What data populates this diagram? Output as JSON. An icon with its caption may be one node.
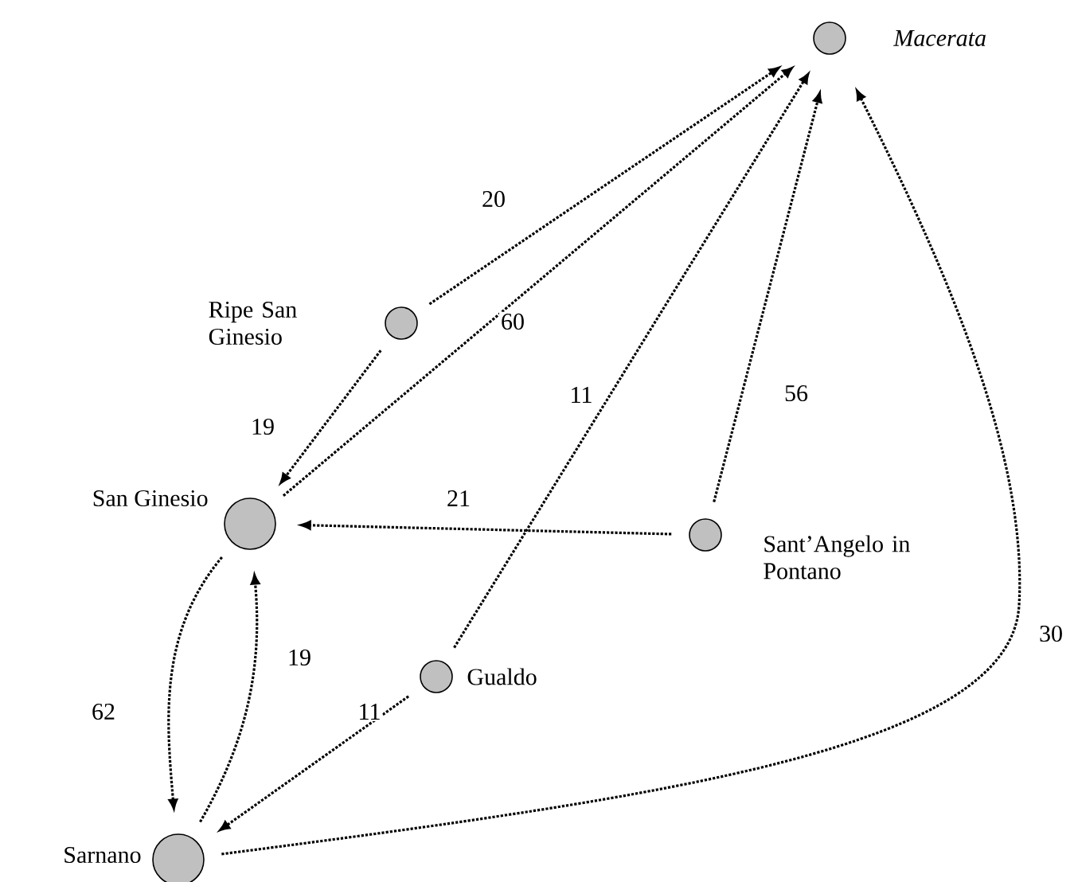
{
  "diagram": {
    "nodes": [
      {
        "text": [],
        "shape": "circle",
        "beside": [
          "*Macerata*"
        ]
      },
      {
        "text": [],
        "shape": "circle",
        "beside": [
          "Ripe San Ginesio"
        ]
      },
      {
        "text": [],
        "shape": "circle",
        "beside": [
          "San Ginesio"
        ]
      },
      {
        "text": [],
        "shape": "circle",
        "beside": [
          "Sant’Angelo in Pontano"
        ]
      },
      {
        "text": [],
        "shape": "circle",
        "beside": [
          "Gualdo"
        ]
      },
      {
        "text": [],
        "shape": "circle",
        "beside": [
          "Sarnano"
        ]
      }
    ],
    "edges": [
      {
        "from": 1,
        "to": 0,
        "arrow": "to",
        "label": "20"
      },
      {
        "from": 2,
        "to": 0,
        "arrow": "to",
        "label": "60"
      },
      {
        "from": 4,
        "to": 0,
        "arrow": "to",
        "label": "11"
      },
      {
        "from": 3,
        "to": 0,
        "arrow": "to",
        "label": "56"
      },
      {
        "from": 5,
        "to": 0,
        "arrow": "to",
        "label": "30"
      },
      {
        "from": 1,
        "to": 2,
        "arrow": "to",
        "label": "19"
      },
      {
        "from": 3,
        "to": 2,
        "arrow": "to",
        "label": "21"
      },
      {
        "from": 2,
        "to": 5,
        "arrow": "to",
        "label": "62"
      },
      {
        "from": 5,
        "to": 2,
        "arrow": "to",
        "label": "19"
      },
      {
        "from": 4,
        "to": 5,
        "arrow": "to",
        "label": "11"
      }
    ]
  }
}
